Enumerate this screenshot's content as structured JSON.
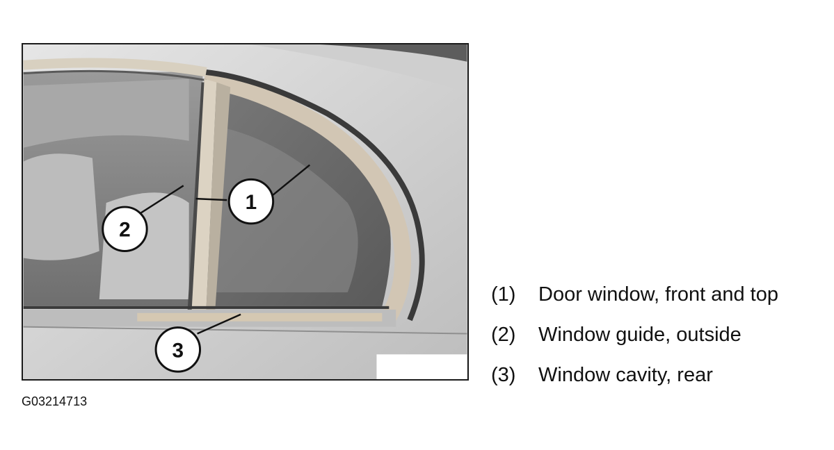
{
  "callouts": [
    {
      "number": "1",
      "label": "(1)",
      "text": "Door window, front and top"
    },
    {
      "number": "2",
      "label": "(2)",
      "text": "Window guide, outside"
    },
    {
      "number": "3",
      "label": "(3)",
      "text": "Window cavity, rear"
    }
  ],
  "figure_id": "G03214713",
  "colors": {
    "frame_border": "#1a1a1a",
    "text": "#111111",
    "background": "#ffffff"
  }
}
